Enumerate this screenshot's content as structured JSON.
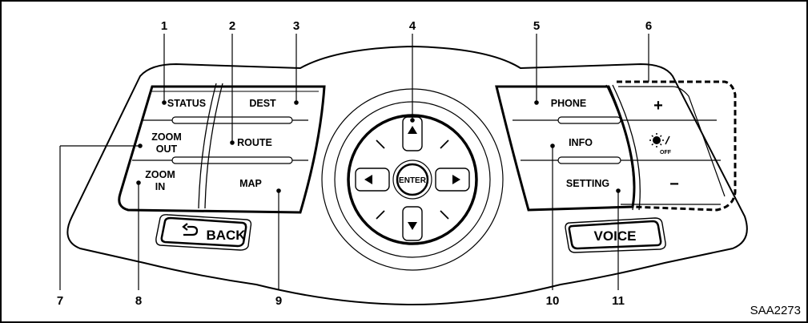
{
  "diagram_code": "SAA2273",
  "left_cluster": {
    "status": "STATUS",
    "dest": "DEST",
    "zoom_out": [
      "ZOOM",
      "OUT"
    ],
    "route": "ROUTE",
    "zoom_in": [
      "ZOOM",
      "IN"
    ],
    "map": "MAP"
  },
  "center_dial": {
    "enter": "ENTER"
  },
  "right_cluster": {
    "phone": "PHONE",
    "info": "INFO",
    "setting": "SETTING",
    "plus": "+",
    "minus": "−",
    "brightness_off": "OFF"
  },
  "bottom_buttons": {
    "back": "BACK",
    "voice": "VOICE"
  },
  "callouts": {
    "c1": "1",
    "c2": "2",
    "c3": "3",
    "c4": "4",
    "c5": "5",
    "c6": "6",
    "c7": "7",
    "c8": "8",
    "c9": "9",
    "c10": "10",
    "c11": "11"
  }
}
